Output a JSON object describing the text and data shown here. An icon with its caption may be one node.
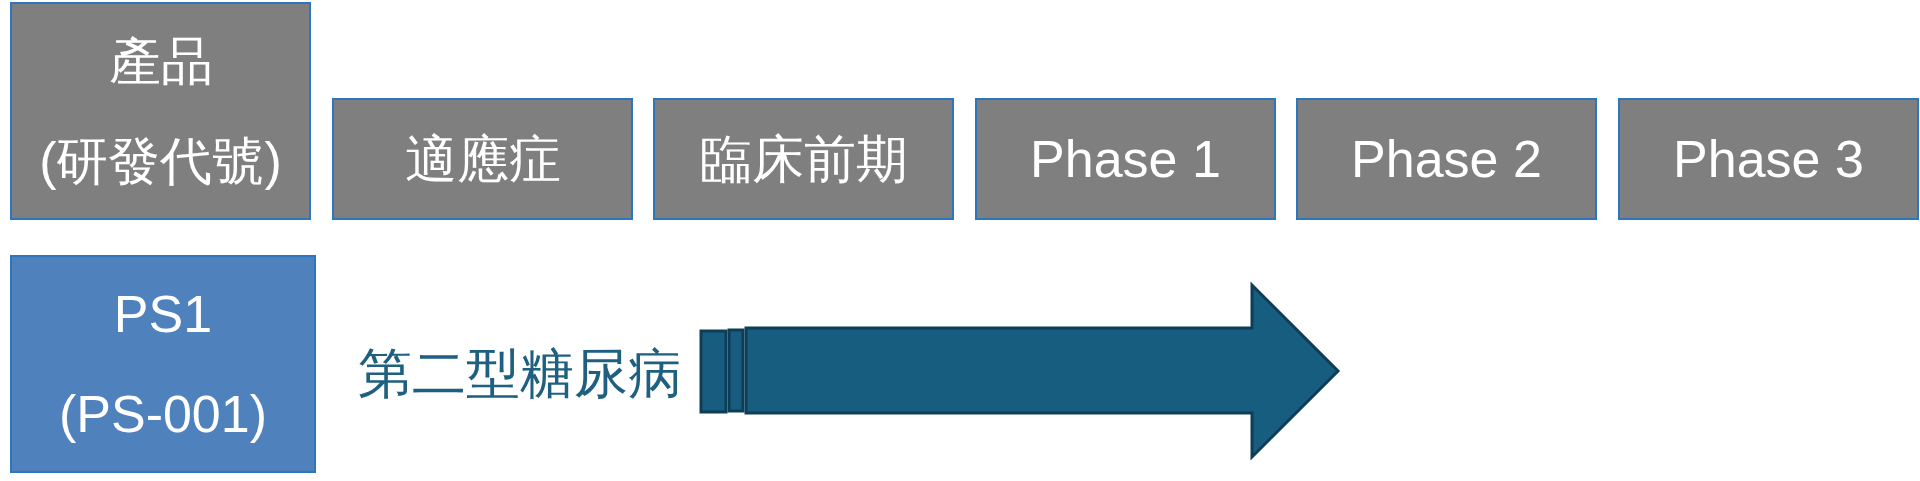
{
  "diagram": {
    "nodes": [
      {
        "text": [
          "產品",
          "(研發代號)"
        ]
      },
      {
        "text": [
          "適應症"
        ]
      },
      {
        "text": [
          "臨床前期"
        ]
      },
      {
        "text": [
          "Phase 1"
        ]
      },
      {
        "text": [
          "Phase 2"
        ]
      },
      {
        "text": [
          "Phase 3"
        ]
      },
      {
        "text": [
          "PS1",
          "(PS-001)"
        ]
      }
    ],
    "labels": [
      "第二型糖尿病"
    ]
  }
}
